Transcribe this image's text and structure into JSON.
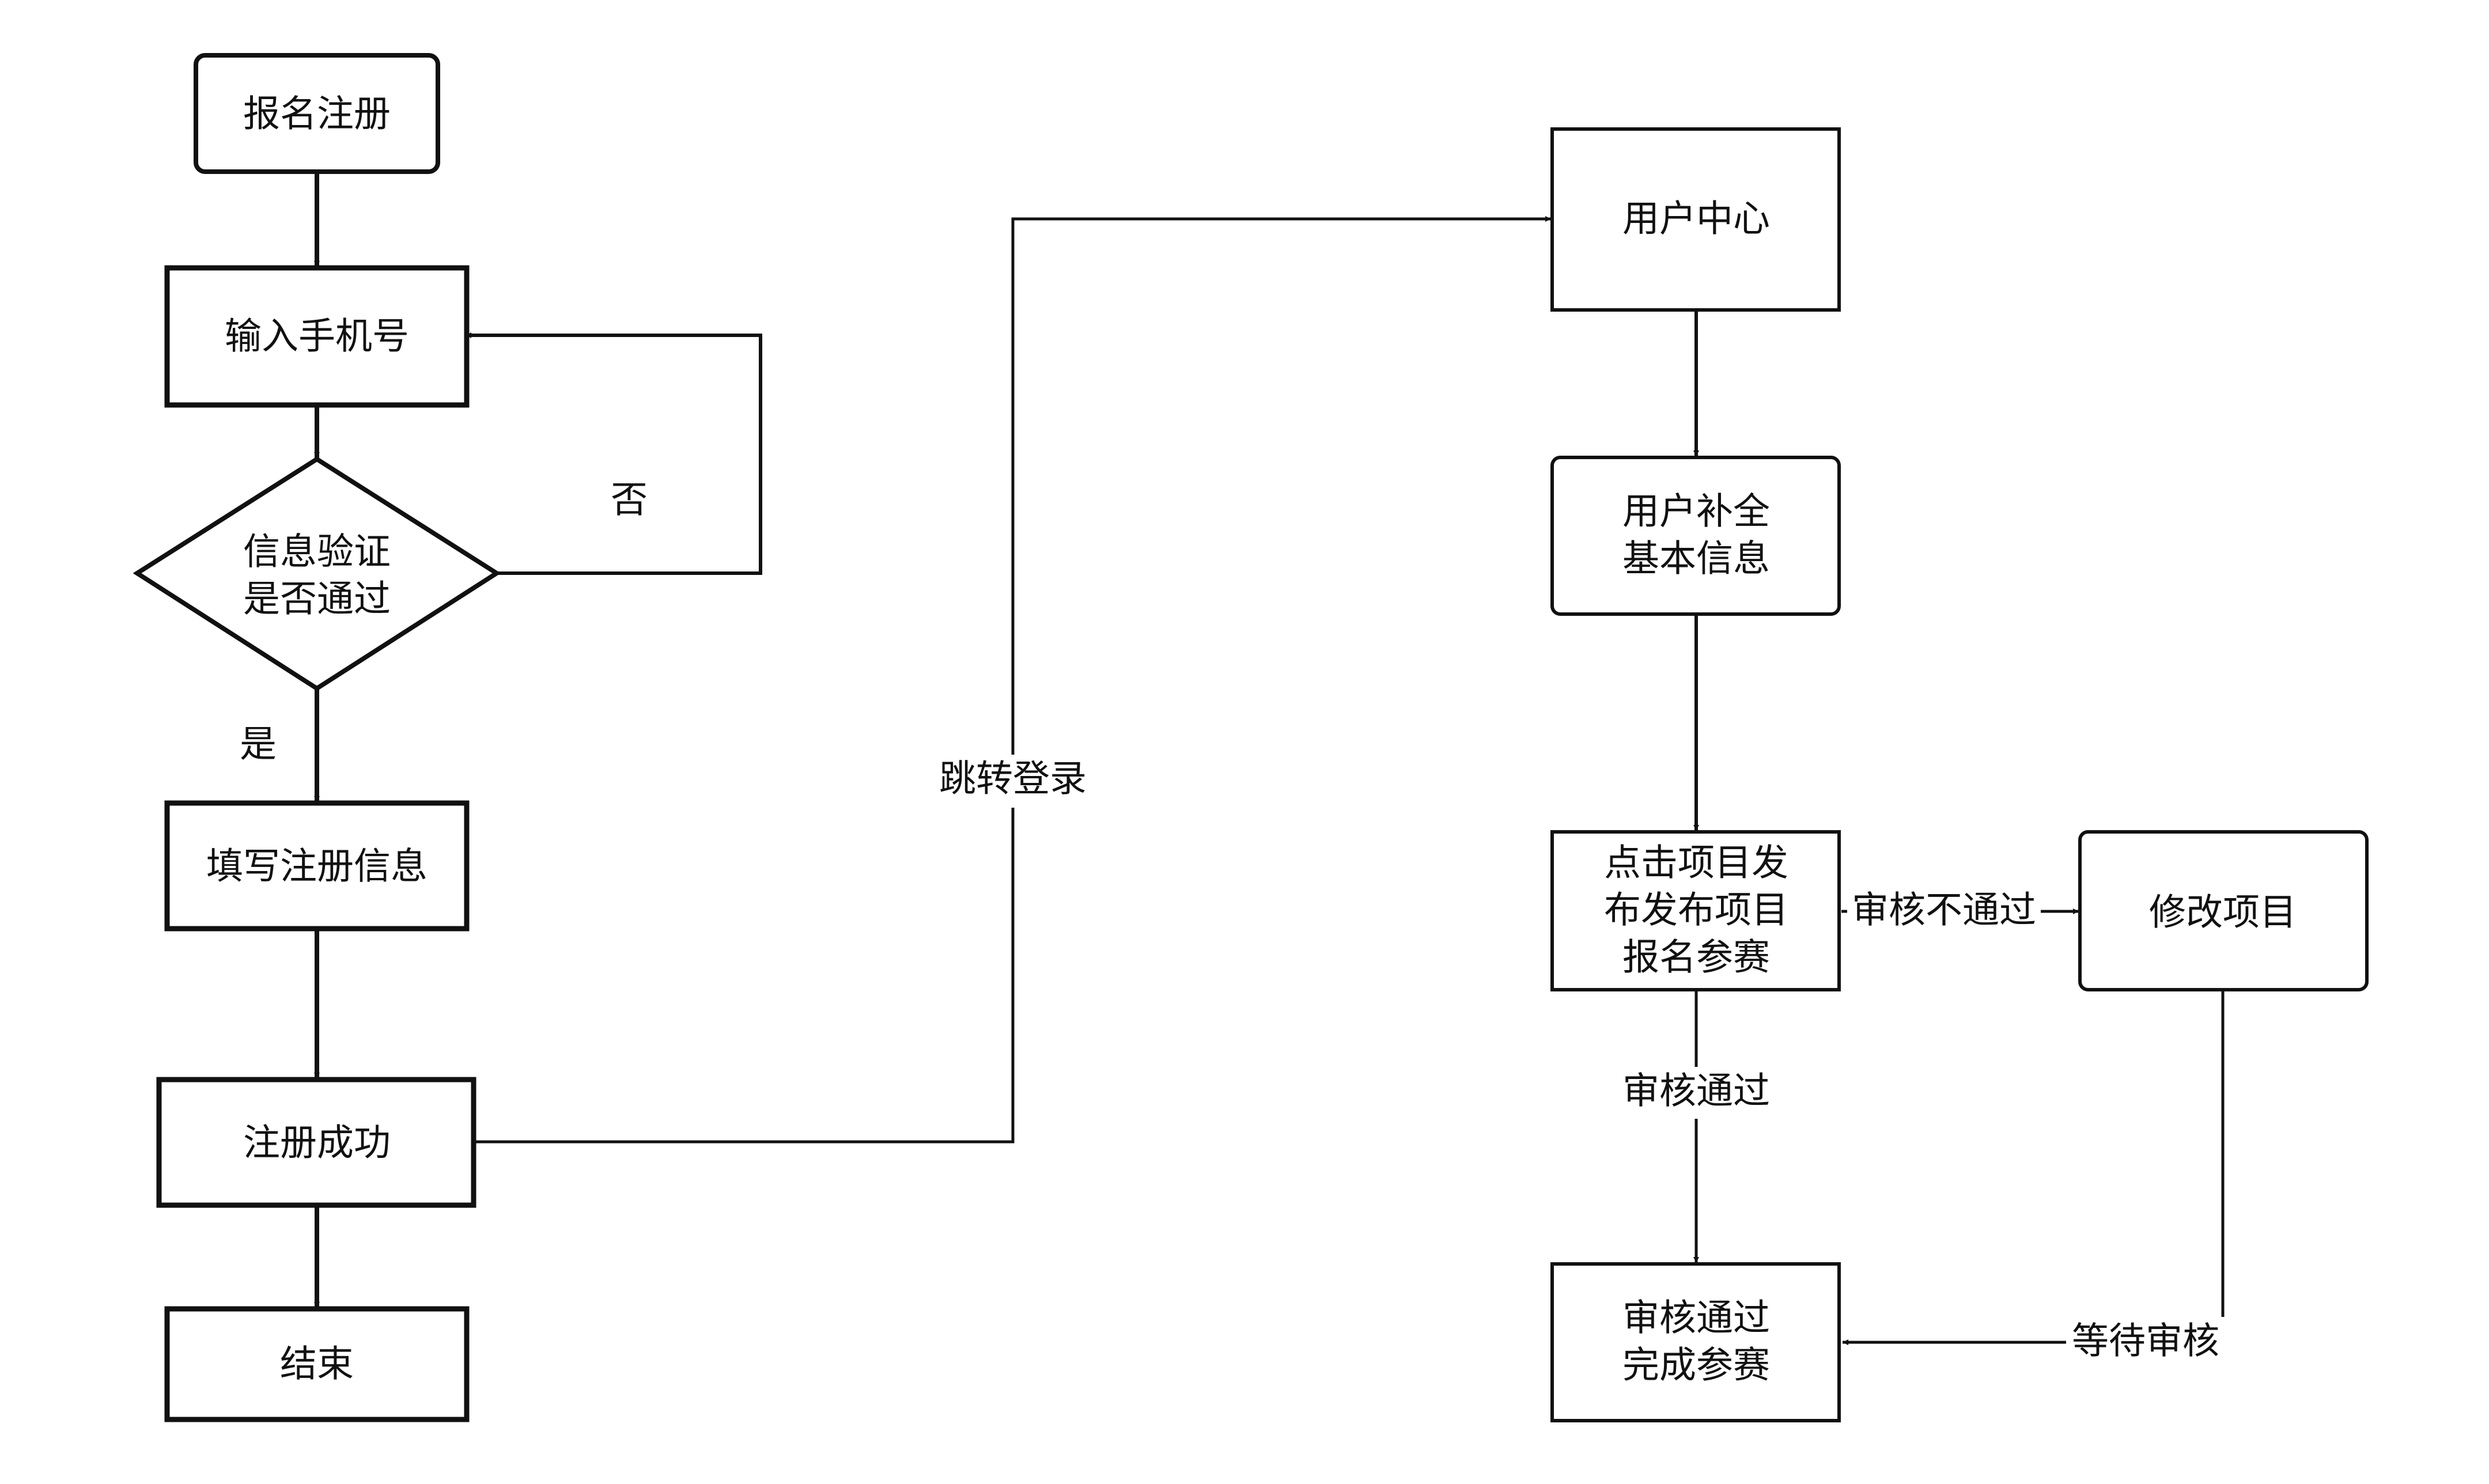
{
  "nodes": {
    "signup_start": {
      "lines": [
        "报名注册"
      ]
    },
    "enter_phone": {
      "lines": [
        "输入手机号"
      ]
    },
    "verify_check": {
      "lines": [
        "信息验证",
        "是否通过"
      ]
    },
    "fill_info": {
      "lines": [
        "填写注册信息"
      ]
    },
    "register_success": {
      "lines": [
        "注册成功"
      ]
    },
    "end": {
      "lines": [
        "结束"
      ]
    },
    "user_center": {
      "lines": [
        "用户中心"
      ]
    },
    "complete_profile": {
      "lines": [
        "用户补全",
        "基本信息"
      ]
    },
    "publish_project": {
      "lines": [
        "点击项目发",
        "布发布项目",
        "报名参赛"
      ]
    },
    "edit_project": {
      "lines": [
        "修改项目"
      ]
    },
    "review_passed": {
      "lines": [
        "审核通过",
        "完成参赛"
      ]
    }
  },
  "edge_labels": {
    "no": "否",
    "yes": "是",
    "jump_login": "跳转登录",
    "review_failed": "审核不通过",
    "review_ok": "审核通过",
    "wait_review": "等待审核"
  },
  "colors": {
    "stroke": "#111111",
    "background": "#ffffff"
  }
}
